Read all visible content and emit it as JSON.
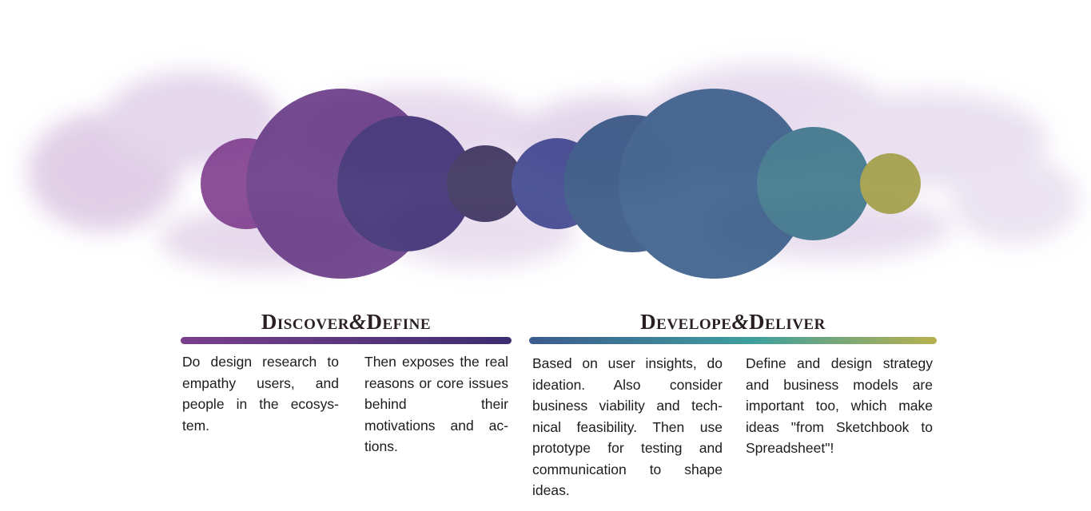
{
  "left_phase": {
    "title_a": "Discover",
    "title_amp": "&",
    "title_b": "Define",
    "col1": "Do design research to empathy users, and people in the ecosys-tem.",
    "col2": "Then exposes the real reasons or core issues behind their motivations and ac-tions."
  },
  "right_phase": {
    "title_a": "Develope",
    "title_amp": "&",
    "title_b": "Deliver",
    "col1": "Based on user insights, do ideation. Also consider business viability and tech-nical feasibility. Then use prototype for testing and communication to shape ideas.",
    "col2": "Define and design strategy and business models are important too, which make ideas \"from Sketchbook to Spreadsheet\"!"
  },
  "colors": {
    "haze": "#cfb5d8",
    "left_bar_start": "#7a3f8c",
    "left_bar_end": "#3d2d70",
    "right_bar_start": "#3b5b8e",
    "right_bar_mid": "#3f9f9f",
    "right_bar_end": "#b8b14e"
  }
}
